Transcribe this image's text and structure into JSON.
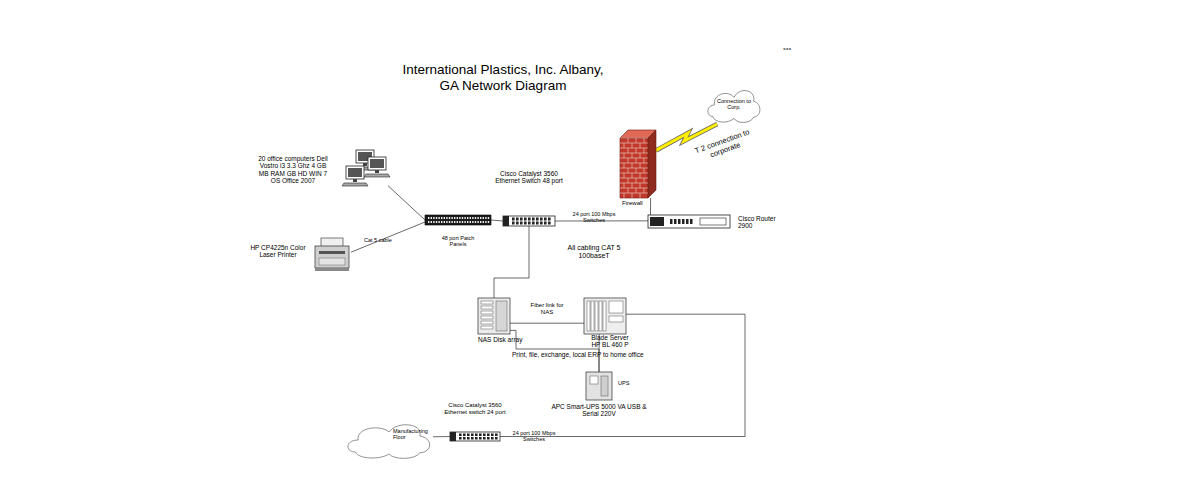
{
  "diagram": {
    "title": "International Plastics, Inc. Albany, GA Network Diagram",
    "nodes": [
      {
        "text": [
          "Connection to Corp."
        ]
      },
      {
        "text": [
          "Firewall"
        ]
      },
      {
        "text": [
          "20 office computers Dell Vostro i3 3.3 Ghz 4 GB MB RAM GB HD WIN 7 OS Office 2007"
        ]
      },
      {
        "text": [
          "Cisco Catalyst 3560 Ethernet Switch 48 port"
        ]
      },
      {
        "text": [
          "48 port Patch Panels"
        ]
      },
      {
        "text": [
          "Cisco Router 2900"
        ]
      },
      {
        "text": [
          "HP CP4225n Color Laser Printer"
        ]
      },
      {
        "text": [
          "NAS Disk array"
        ]
      },
      {
        "text": [
          "Blade Server HP BL 460 P"
        ]
      },
      {
        "text": [
          "UPS",
          "APC Smart-UPS 5000 VA USB & Serial 220V"
        ]
      },
      {
        "text": [
          "Cisco Catalyst 3560 Ethernet switch 24 port"
        ]
      },
      {
        "text": [
          "Manufacturing Floor"
        ]
      }
    ],
    "edges": [
      {
        "from": 2,
        "to": 4,
        "arrow": "none"
      },
      {
        "from": 6,
        "to": 4,
        "arrow": "none",
        "label": "Cat 5 cable"
      },
      {
        "from": 4,
        "to": 3,
        "arrow": "none"
      },
      {
        "from": 3,
        "to": 5,
        "arrow": "none",
        "label": "24 port 100 Mbps Switches"
      },
      {
        "from": 5,
        "to": 1,
        "arrow": "none"
      },
      {
        "from": 1,
        "to": 0,
        "arrow": "none",
        "label": "T 2 connection to corporate"
      },
      {
        "from": 3,
        "to": 7,
        "arrow": "none"
      },
      {
        "from": 7,
        "to": 8,
        "arrow": "none",
        "label": "Fiber link for NAS"
      },
      {
        "from": 7,
        "to": 9,
        "arrow": "none"
      },
      {
        "from": 8,
        "to": 9,
        "arrow": "none"
      },
      {
        "from": 8,
        "to": 10,
        "arrow": "none",
        "label": "24 port 100 Mbps Switches"
      },
      {
        "from": 11,
        "to": 10,
        "arrow": "none"
      }
    ],
    "labels": [
      "All cabling CAT 5 100baseT",
      "Print, file, exchange, local ERP to home office",
      "•••"
    ]
  }
}
